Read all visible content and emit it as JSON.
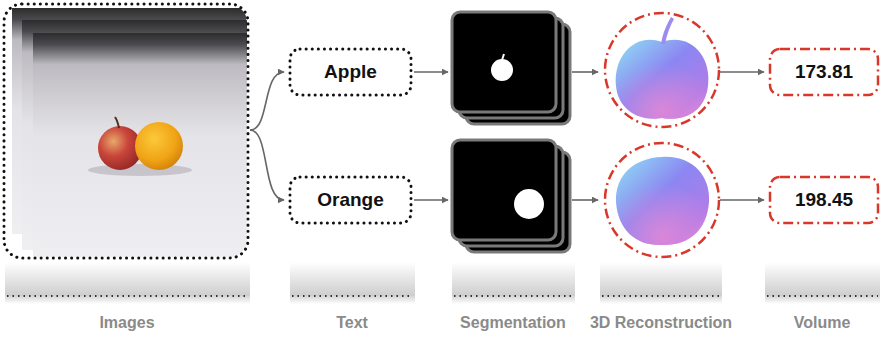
{
  "diagram": {
    "nodes": [
      {
        "text": [
          "Apple"
        ]
      },
      {
        "text": [
          "173.81"
        ]
      },
      {
        "text": [
          "Orange"
        ]
      },
      {
        "text": [
          "198.45"
        ]
      }
    ],
    "labels": [
      "Images",
      "Text",
      "Segmentation",
      "3D Reconstruction",
      "Volume"
    ]
  }
}
